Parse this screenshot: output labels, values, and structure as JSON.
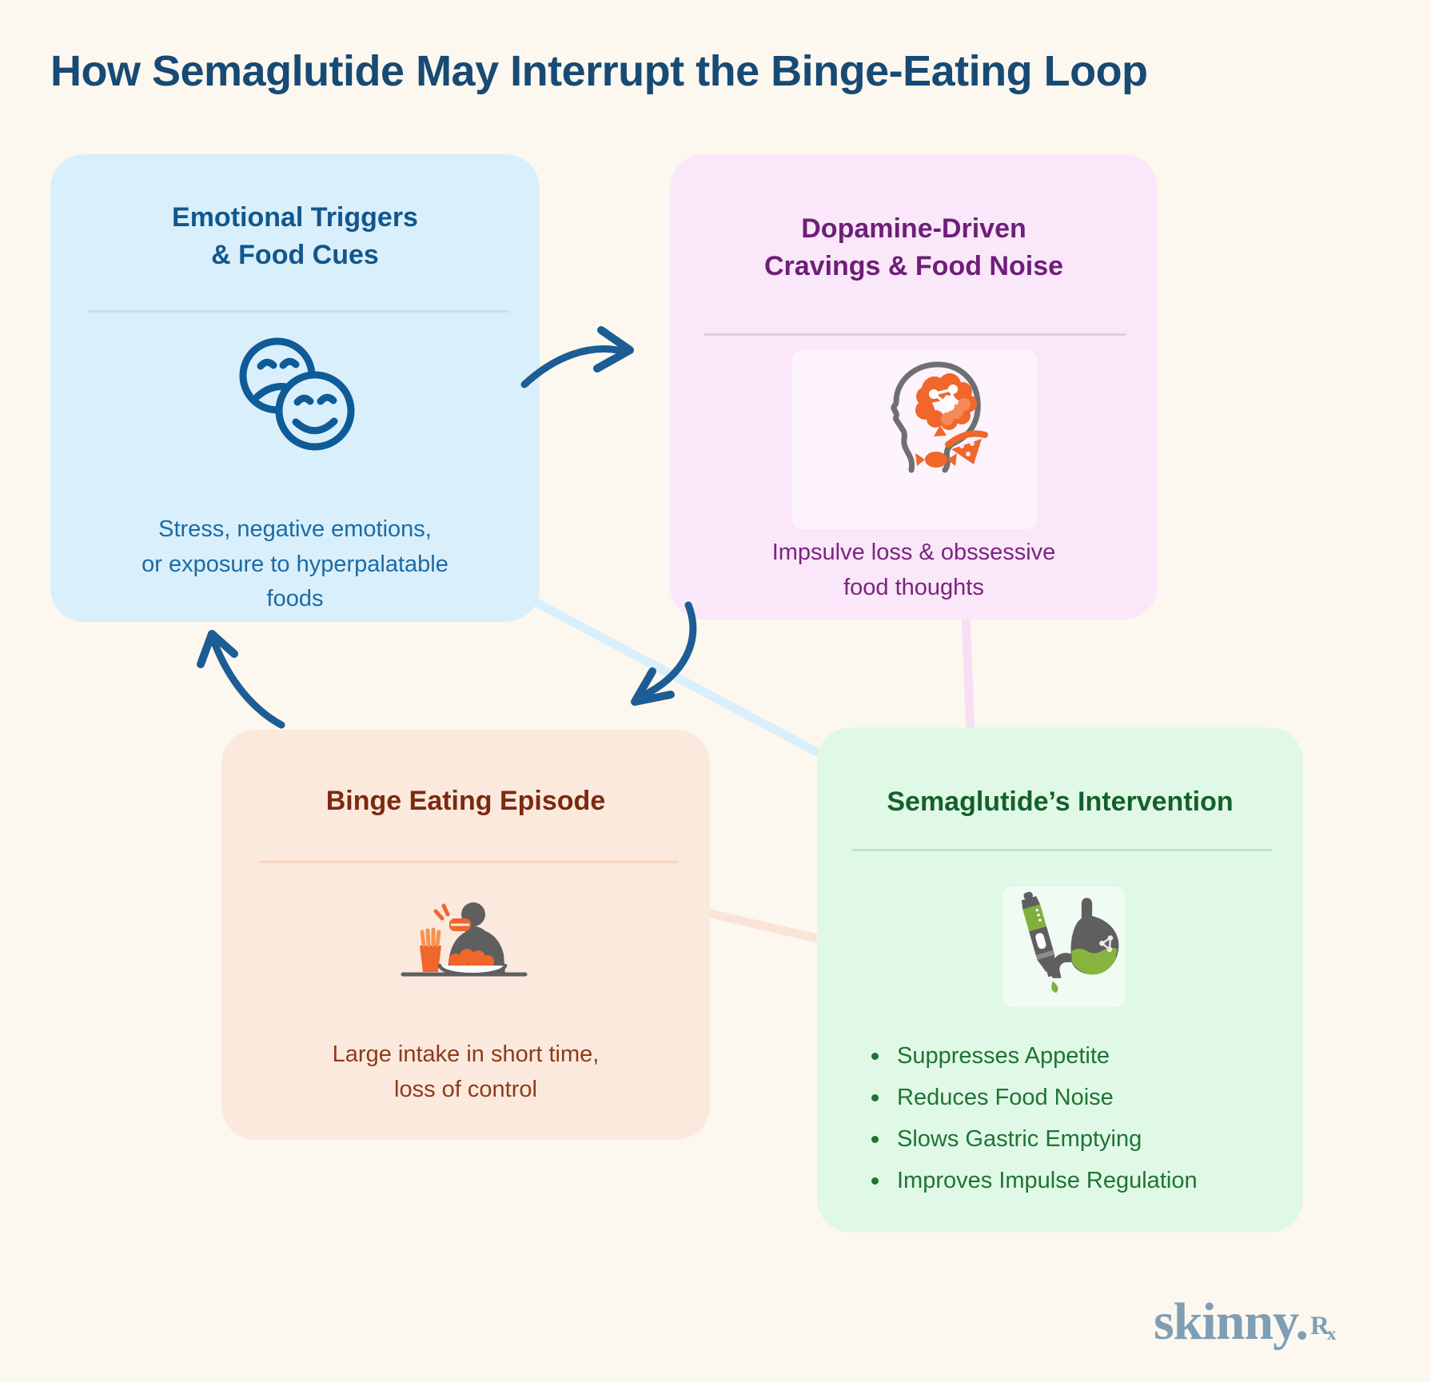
{
  "title": "How Semaglutide May Interrupt the Binge-Eating Loop",
  "cards": {
    "emotional_triggers": {
      "heading": "Emotional Triggers\n& Food Cues",
      "body": "Stress, negative emotions,\nor exposure to hyperpalatable\nfoods",
      "icon": "sad-and-happy-faces-icon",
      "bg_color": "#D9EFFB",
      "heading_color": "#11578D",
      "body_color": "#1B6BA5"
    },
    "dopamine_cravings": {
      "heading": "Dopamine-Driven\nCravings & Food Noise",
      "body": "Impsulve loss & obssessive\nfood thoughts",
      "icon": "head-brain-food-noise-icon",
      "bg_color": "#FAE7F9",
      "heading_color": "#6E1E79",
      "body_color": "#7A2480"
    },
    "binge_episode": {
      "heading": "Binge Eating Episode",
      "body": "Large intake in short time,\nloss of control",
      "icon": "person-binge-eating-icon",
      "bg_color": "#FCE9DE",
      "heading_color": "#7C2910",
      "body_color": "#8D3B1B"
    },
    "intervention": {
      "heading": "Semaglutide’s Intervention",
      "bullets": [
        "Suppresses Appetite",
        "Reduces Food Noise",
        "Slows Gastric Emptying",
        "Improves Impulse Regulation"
      ],
      "icon": "injection-pen-and-stomach-icon",
      "bg_color": "#E0F8E6",
      "heading_color": "#14602B",
      "body_color": "#1E7434"
    }
  },
  "logo": {
    "name": "skinny.",
    "rx_r": "R",
    "rx_x": "x"
  },
  "colors": {
    "background": "#FDF8EF",
    "title": "#174A74",
    "arrow": "#1C5D95",
    "connector_blue": "#D9EFFB",
    "connector_pink": "#F6DFF4",
    "connector_peach": "#FBE4D7",
    "logo": "#7E9EB5"
  }
}
